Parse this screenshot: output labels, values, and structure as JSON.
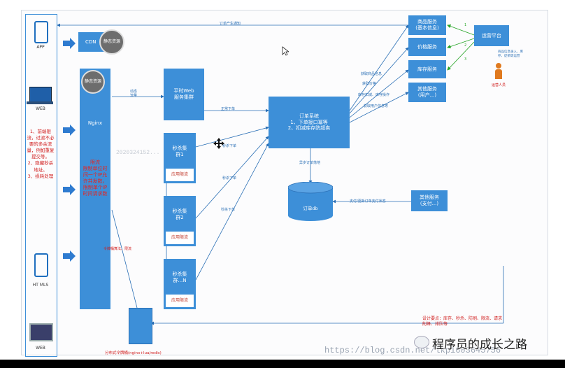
{
  "colors": {
    "box": "#3d8fd8",
    "red": "#d01c1c",
    "line": "#2a6fb5",
    "bottom_bar": "#000000"
  },
  "clients": {
    "app": "APP",
    "web": "WEB",
    "html": "HT MLS",
    "web2": "WEB"
  },
  "client_notes": "1、前端限流，过滤不必要的多余流量，例如重复提交等。\n2、隐藏秒杀地址。\n3、损耗处理",
  "cdn": {
    "label": "CDN",
    "static": "静态资源"
  },
  "nginx": {
    "static": "静态资源",
    "label": "Nginx",
    "note": "限流\n限制单位时间一个IP允许并发数，限制单个IP时间请求数"
  },
  "flow_label": "动态流量",
  "web_cluster": "平时Web服务集群",
  "seckill": [
    {
      "label": "秒杀集群1",
      "limit": "应用限流"
    },
    {
      "label": "秒杀集群2",
      "limit": "应用限流"
    },
    {
      "label": "秒杀集群...N",
      "limit": "应用限流"
    }
  ],
  "order_system": {
    "title": "订单系统",
    "line1": "1、下单接口幂等",
    "line2": "2、扣减库存防超卖"
  },
  "order_db": "订单db",
  "services": {
    "goods": "商品服务\n(基本信息)",
    "price": "价格服务",
    "stock": "库存服务",
    "other_user": "其他服务\n(用户...)",
    "other_pay": "其他服务\n(支付...)"
  },
  "ops": {
    "platform": "运营平台",
    "person": "运营人员",
    "note": "商品信息录入、库存、促销等运营"
  },
  "edge_labels": {
    "top_sync": "订单产生通知",
    "normal_order": "正常下单",
    "seckill_order1": "秒杀下单",
    "seckill_order2": "秒杀下单",
    "seckill_order3": "秒杀下单",
    "get_goods": "获取商品信息",
    "get_price": "获取价格",
    "stock_ops": "库存扣减、库存操作",
    "get_user": "获取用户信息等",
    "async_order": "异步订单落地",
    "pay": "支付/更新订单支付状态",
    "mq_algo": "令牌桶算法、限流",
    "n1": "1",
    "n2": "2",
    "n3": "3"
  },
  "mq": {
    "label": "分布式令牌桶(nginx+lua/redis)"
  },
  "bottom_note": "设计要点：库存、秒杀、防刷、限流、请求削峰、排队等",
  "watermark_mid": "2020324152...",
  "watermark_url": "https://blog.csdn.net/lkp1603645756",
  "brand": "程序员的成长之路"
}
